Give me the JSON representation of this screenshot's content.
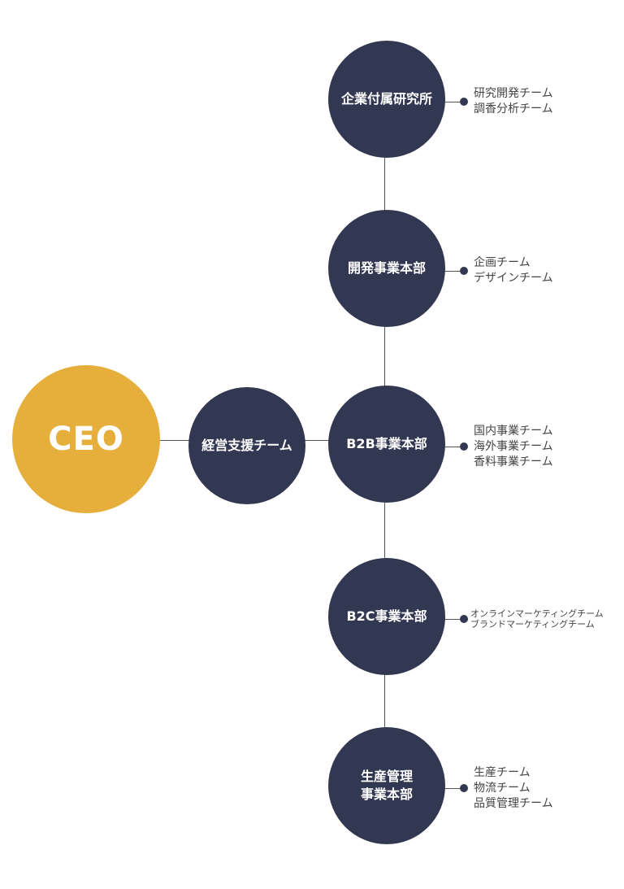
{
  "ceo": "CEO",
  "support": "経営支援チーム",
  "divisions": [
    {
      "name": "企業付属研究所",
      "teams": [
        "研究開発チーム",
        "調香分析チーム"
      ]
    },
    {
      "name": "開発事業本部",
      "teams": [
        "企画チーム",
        "デザインチーム"
      ]
    },
    {
      "name": "B2B事業本部",
      "teams": [
        "国内事業チーム",
        "海外事業チーム",
        "香料事業チーム"
      ]
    },
    {
      "name": "B2C事業本部",
      "teams": [
        "オンラインマーケティングチーム",
        "ブランドマーケティングチーム"
      ]
    },
    {
      "name": "生産管理\n事業本部",
      "teams": [
        "生産チーム",
        "物流チーム",
        "品質管理チーム"
      ]
    }
  ],
  "colors": {
    "node": "#323851",
    "ceo": "#e6ae3a"
  }
}
